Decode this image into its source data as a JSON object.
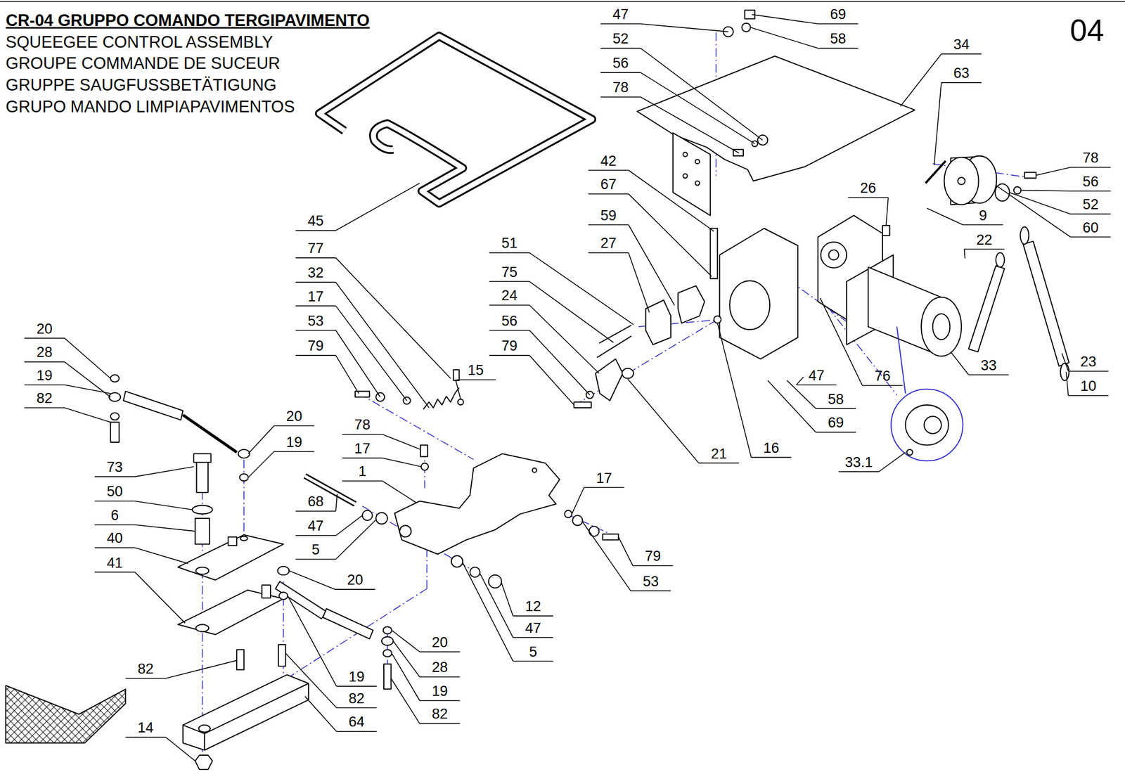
{
  "diagram": {
    "title": "CR-04 GRUPPO COMANDO TERGIPAVIMENTO",
    "labels": [
      "SQUEEGEE CONTROL ASSEMBLY",
      "GROUPE COMMANDE DE SUCEUR",
      "GRUPPE SAUGFUSSBETÄTIGUNG",
      "GRUPO MANDO LIMPIAPAVIMENTOS",
      "04",
      "47",
      "52",
      "56",
      "78",
      "69",
      "58",
      "34",
      "63",
      "42",
      "67",
      "59",
      "27",
      "45",
      "51",
      "77",
      "75",
      "32",
      "24",
      "17",
      "56",
      "53",
      "79",
      "79",
      "26",
      "9",
      "22",
      "78",
      "56",
      "52",
      "60",
      "15",
      "21",
      "16",
      "47",
      "58",
      "69",
      "76",
      "33",
      "33.1",
      "23",
      "10",
      "20",
      "28",
      "19",
      "82",
      "20",
      "19",
      "78",
      "17",
      "1",
      "73",
      "50",
      "6",
      "40",
      "41",
      "68",
      "47",
      "5",
      "17",
      "79",
      "53",
      "20",
      "12",
      "47",
      "5",
      "82",
      "19",
      "82",
      "64",
      "20",
      "28",
      "19",
      "82",
      "14"
    ]
  }
}
